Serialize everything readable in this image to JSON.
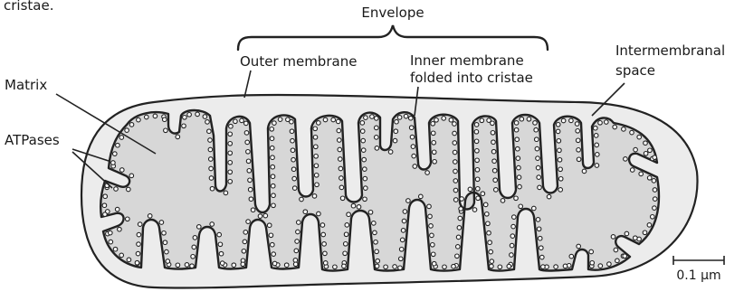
{
  "page_top_fragment": "cristae.",
  "labels": {
    "envelope": "Envelope",
    "outer_membrane": "Outer membrane",
    "inner_membrane_line1": "Inner membrane",
    "inner_membrane_line2": "folded into cristae",
    "intermembranal_line1": "Intermembranal",
    "intermembranal_line2": "space",
    "matrix": "Matrix",
    "atpases": "ATPases"
  },
  "scale_bar": {
    "label": "0.1 µm"
  },
  "colors": {
    "outer_fill": "#ececec",
    "matrix_fill": "#d7d7d7",
    "stroke": "#222222"
  }
}
